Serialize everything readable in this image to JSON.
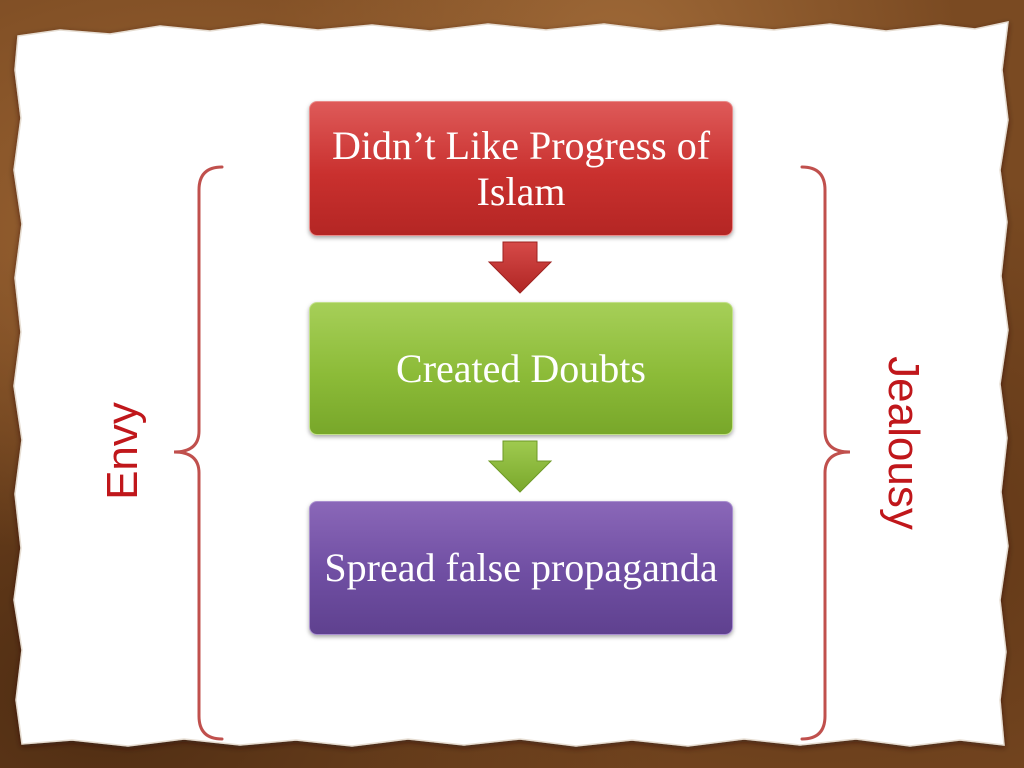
{
  "diagram": {
    "steps": [
      {
        "label": "Didn’t Like Progress of Islam"
      },
      {
        "label": "Created Doubts"
      },
      {
        "label": "Spread false propaganda"
      }
    ],
    "left_label": "Envy",
    "right_label": "Jealousy"
  },
  "colors": {
    "step1": "#c9302e",
    "step2": "#8cbb38",
    "step3": "#6f4ea2",
    "bracket": "#c0504d",
    "side_label": "#c0171b",
    "arrow1": "#c33432",
    "arrow2": "#8ab83a"
  }
}
